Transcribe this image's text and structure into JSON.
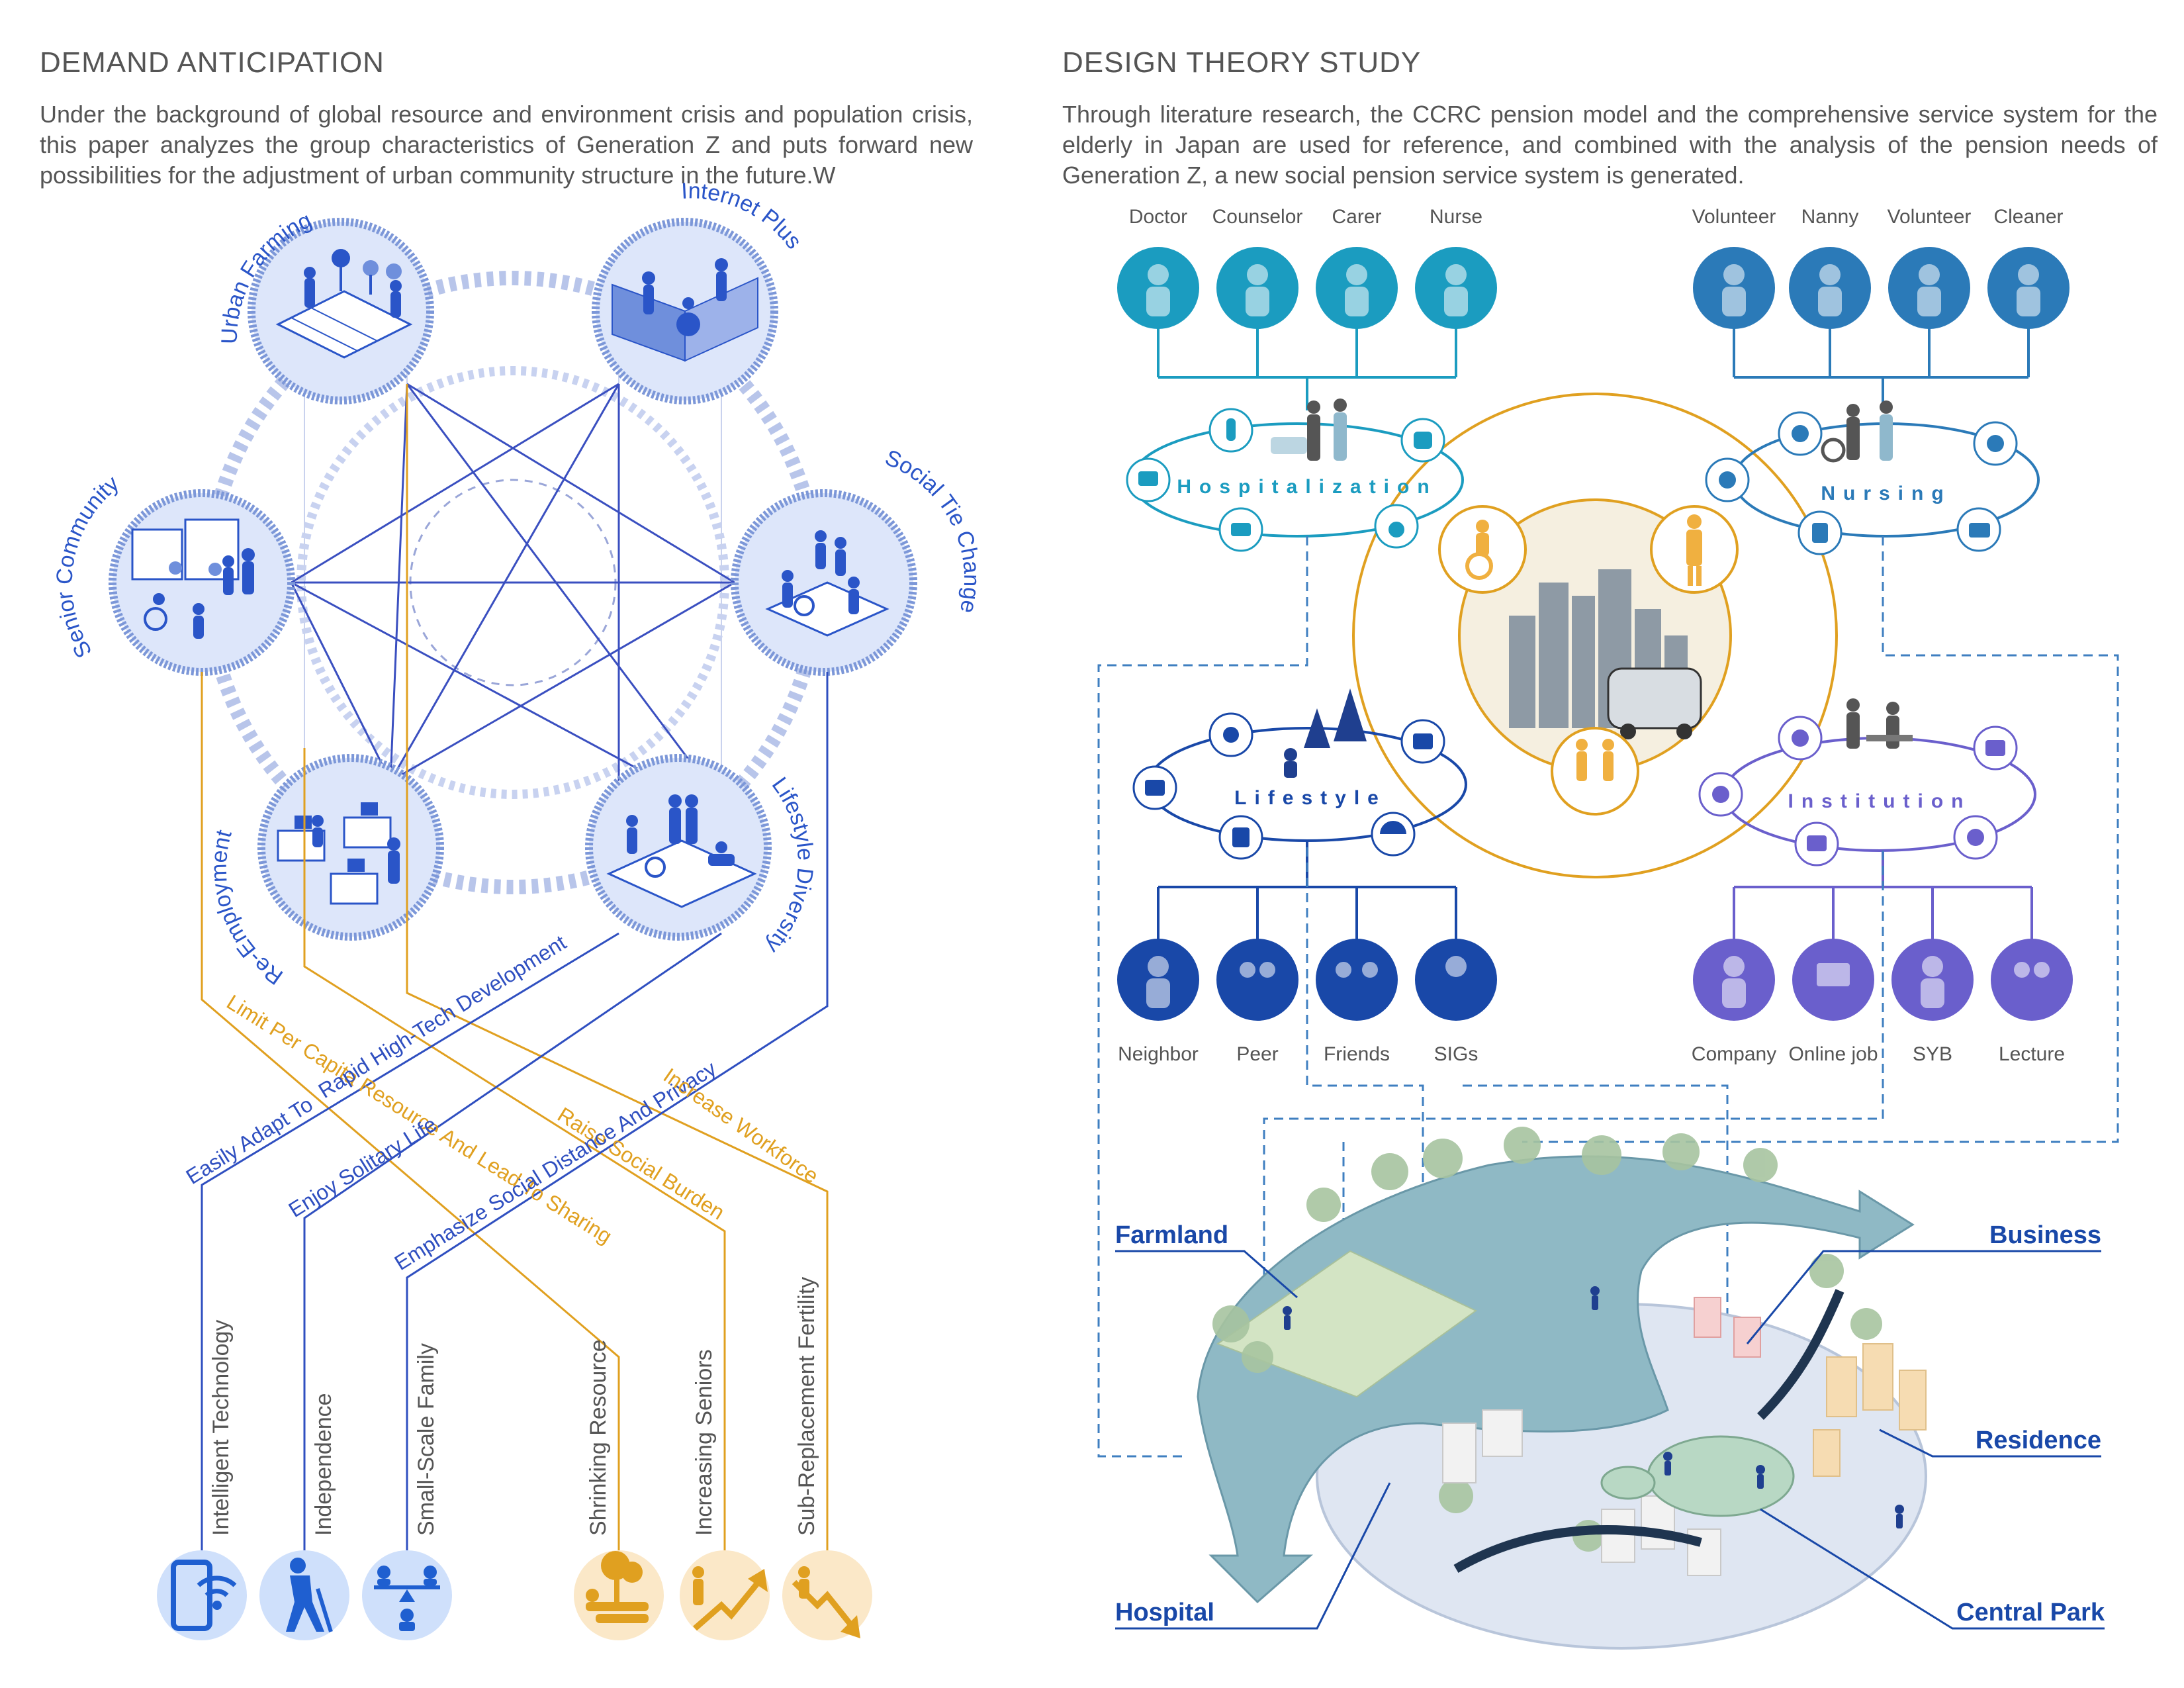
{
  "left": {
    "title": "DEMAND ANTICIPATION",
    "intro": "Under the background of global resource and environment crisis and population crisis, this paper analyzes the group characteristics of Generation Z and puts forward new possibilities for the adjustment of urban community structure in the future.W",
    "nodes": [
      {
        "label": "Urban Farming",
        "icon": "urban-farming-icon"
      },
      {
        "label": "Internet Plus",
        "icon": "internet-plus-icon"
      },
      {
        "label": "Senior Community",
        "icon": "senior-community-icon"
      },
      {
        "label": "Social Tie Change",
        "icon": "social-tie-icon"
      },
      {
        "label": "Re-Employment",
        "icon": "re-employment-icon"
      },
      {
        "label": "Lifestyle Diversity",
        "icon": "lifestyle-diversity-icon"
      }
    ],
    "links": [
      "Limit Per Capita Resource And Lead To Sharing",
      "Rapid High-Tech Development",
      "Easily Adapt To",
      "Enjoy Solitary Life",
      "Raise Social Burden",
      "Emphasize Social Distance And Privacy",
      "Increase Workforce"
    ],
    "factors": [
      {
        "label": "Intelligent Technology",
        "icon": "smartphone-wifi-icon",
        "color": "#1f5fd0"
      },
      {
        "label": "Independence",
        "icon": "elderly-walking-icon",
        "color": "#1f5fd0"
      },
      {
        "label": "Small-Scale Family",
        "icon": "family-balance-icon",
        "color": "#1f5fd0"
      },
      {
        "label": "Shrinking Resource",
        "icon": "resource-tree-icon",
        "color": "#e0a020"
      },
      {
        "label": "Increasing Seniors",
        "icon": "trend-up-icon",
        "color": "#e0a020"
      },
      {
        "label": "Sub-Replacement Fertility",
        "icon": "trend-down-icon",
        "color": "#e0a020"
      }
    ]
  },
  "right": {
    "title": "DESIGN THEORY STUDY",
    "intro": "Through literature research, the CCRC pension model and the comprehensive service system for the elderly in Japan are used for reference, and combined with the analysis of the pension needs of Generation Z, a new social pension service system is generated.",
    "hospitalization": {
      "label": "Hospitalization",
      "roles": [
        "Doctor",
        "Counselor",
        "Carer",
        "Nurse"
      ]
    },
    "nursing": {
      "label": "Nursing",
      "roles": [
        "Volunteer",
        "Nanny",
        "Volunteer",
        "Cleaner"
      ]
    },
    "lifestyle": {
      "label": "Lifestyle",
      "roles": [
        "Neighbor",
        "Peer",
        "Friends",
        "SIGs"
      ]
    },
    "institution": {
      "label": "Institution",
      "roles": [
        "Company",
        "Online job",
        "SYB",
        "Lecture"
      ]
    },
    "zones": [
      "Farmland",
      "Business",
      "Residence",
      "Hospital",
      "Central Park"
    ]
  },
  "colors": {
    "hospital": "#1b9cc0",
    "nursing": "#2b7ab8",
    "lifestyle": "#1948a8",
    "institution": "#6a5fcc",
    "center": "#e0a020",
    "leftBlue": "#2f4fc0",
    "leftOrange": "#e0a020"
  }
}
